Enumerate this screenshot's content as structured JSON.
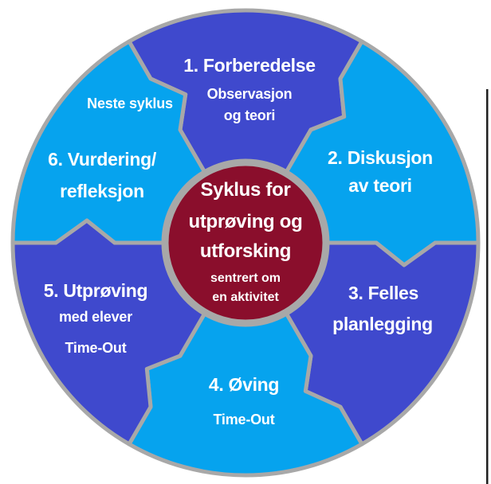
{
  "diagram": {
    "colors": {
      "dark_blue": "#3f49cd",
      "light_blue": "#06a3ee",
      "maroon": "#8a0e2c",
      "border_gray": "#a8a8a8",
      "text_white": "#ffffff",
      "page_edge_line": "#1f1f1f"
    },
    "center": {
      "line1": "Syklus for",
      "line2": "utprøving og",
      "line3": "utforsking",
      "sub1": "sentrert om",
      "sub2": "en aktivitet"
    },
    "annotation": "Neste syklus",
    "segments": [
      {
        "name": "forberedelse",
        "color": "dark",
        "lines": {
          "title": "1. Forberedelse",
          "sub1": "Observasjon",
          "sub2": "og teori"
        }
      },
      {
        "name": "diskusjon",
        "color": "light",
        "lines": {
          "title": "2. Diskusjon",
          "title2": "av teori"
        }
      },
      {
        "name": "felles-planlegging",
        "color": "dark",
        "lines": {
          "title": "3. Felles",
          "title2": "planlegging"
        }
      },
      {
        "name": "oving",
        "color": "light",
        "lines": {
          "title": "4. Øving",
          "sub1": "Time-Out"
        }
      },
      {
        "name": "utproving",
        "color": "dark",
        "lines": {
          "title": "5. Utprøving",
          "sub1": "med elever",
          "sub2": "Time-Out"
        }
      },
      {
        "name": "vurdering-refleksjon",
        "color": "light",
        "lines": {
          "title": "6. Vurdering/",
          "title2": "refleksjon"
        }
      }
    ]
  }
}
